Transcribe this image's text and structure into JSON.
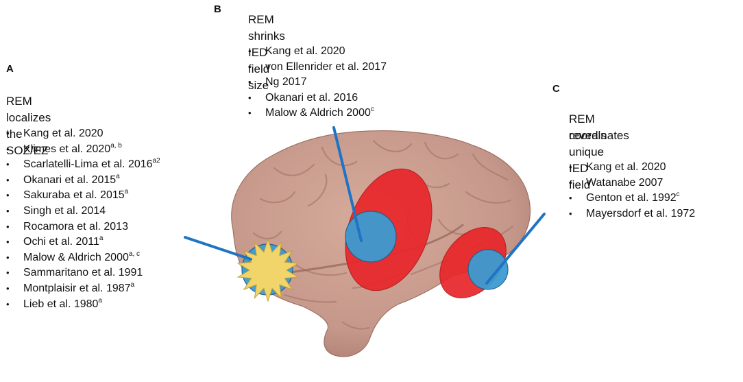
{
  "panel_a": {
    "letter": "A",
    "heading": "REM localizes the SOZ/EZ",
    "refs": [
      {
        "text": "Kang et al. 2020",
        "sup": ""
      },
      {
        "text": "Klimes et al. 2020",
        "sup": "a, b"
      },
      {
        "text": "Scarlatelli-Lima  et al. 2016",
        "sup": "a2"
      },
      {
        "text": "Okanari et al. 2015",
        "sup": "a"
      },
      {
        "text": "Sakuraba et al. 2015",
        "sup": "a"
      },
      {
        "text": "Singh et al. 2014",
        "sup": ""
      },
      {
        "text": "Rocamora et al. 2013",
        "sup": ""
      },
      {
        "text": "Ochi et al. 2011",
        "sup": "a"
      },
      {
        "text": "Malow & Aldrich 2000",
        "sup": "a, c"
      },
      {
        "text": "Sammaritano et al. 1991",
        "sup": ""
      },
      {
        "text": "Montplaisir et al. 1987",
        "sup": "a"
      },
      {
        "text": "Lieb et al. 1980",
        "sup": "a"
      }
    ]
  },
  "panel_b": {
    "letter": "B",
    "heading": "REM shrinks IED field size",
    "refs": [
      {
        "text": "Kang et al. 2020",
        "sup": ""
      },
      {
        "text": "von Ellenrider et al. 2017",
        "sup": ""
      },
      {
        "text": "Ng 2017",
        "sup": ""
      },
      {
        "text": "Okanari et al. 2016",
        "sup": ""
      },
      {
        "text": "Malow & Aldrich 2000",
        "sup": "c"
      }
    ]
  },
  "panel_c": {
    "letter": "C",
    "heading_line1": "REM reveals unique IED field",
    "heading_line2": "coordinates",
    "refs": [
      {
        "text": "Kang et al. 2020",
        "sup": ""
      },
      {
        "text": "Watanabe 2007",
        "sup": ""
      },
      {
        "text": "Genton et al. 1992",
        "sup": "c"
      },
      {
        "text": "Mayersdorf et al. 1972",
        "sup": ""
      }
    ]
  },
  "colors": {
    "brain": "#c99a8a",
    "brain_shadow": "#a4776a",
    "brain_fold": "#b5867a",
    "red_field": "#e8262a",
    "blue_field": "#3d9bd1",
    "star": "#f1d56a",
    "pointer_line": "#1f73c4"
  }
}
